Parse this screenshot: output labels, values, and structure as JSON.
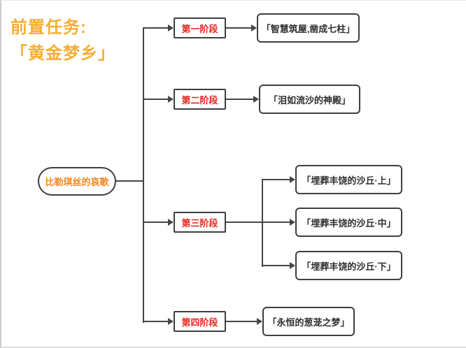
{
  "title": {
    "line1": "前置任务:",
    "line2": "「黄金梦乡」"
  },
  "root": {
    "label": "比勒琪丝的哀歌"
  },
  "stages": [
    {
      "label": "第一阶段",
      "outcomes": [
        "「智慧筑屋,凿成七柱」"
      ]
    },
    {
      "label": "第二阶段",
      "outcomes": [
        "「泪如流沙的神殿」"
      ]
    },
    {
      "label": "第三阶段",
      "outcomes": [
        "「埋葬丰饶的沙丘·上」",
        "「埋葬丰饶的沙丘·中」",
        "「埋葬丰饶的沙丘·下」"
      ]
    },
    {
      "label": "第四阶段",
      "outcomes": [
        "「永恒的葱茏之梦」"
      ]
    }
  ],
  "colors": {
    "title_orange": "#F8AC33",
    "root_orange": "#F08519",
    "stage_red": "#E8251F",
    "line": "#454545"
  }
}
